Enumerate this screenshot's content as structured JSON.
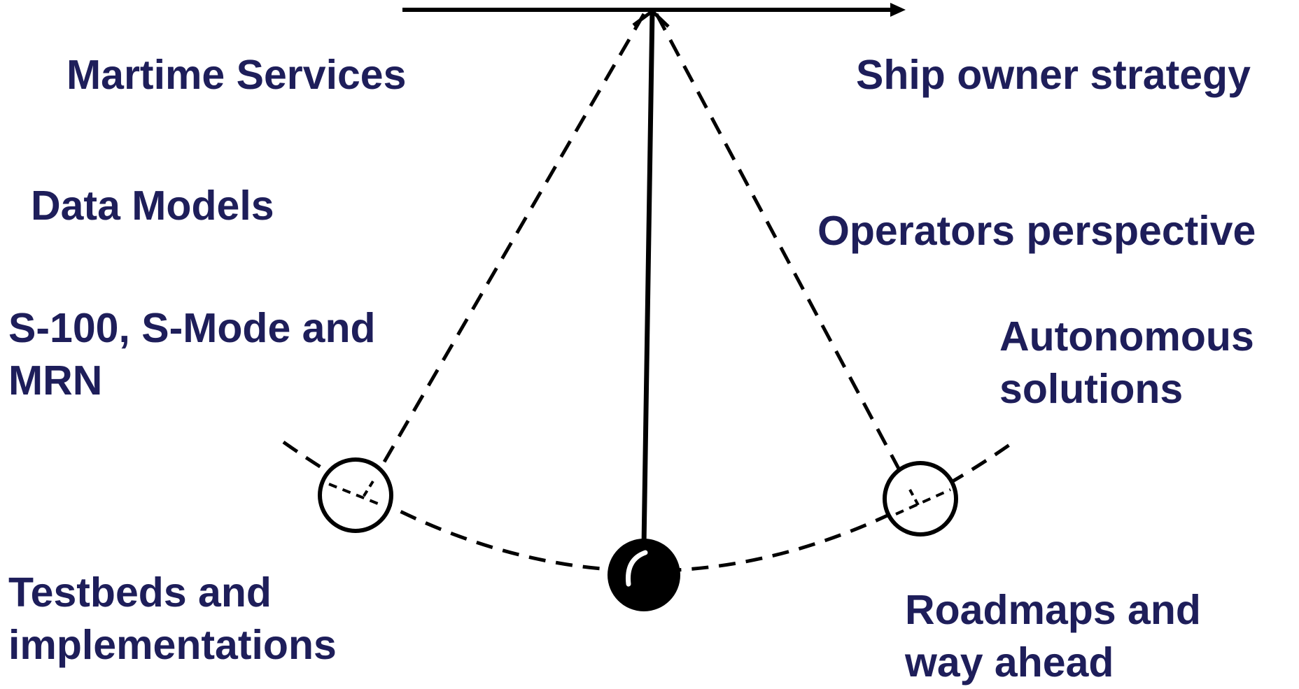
{
  "colors": {
    "text": "#1e1e5a",
    "ink": "#000000",
    "background": "#ffffff"
  },
  "labels": {
    "maritime_services": "Martime Services",
    "data_models": "Data Models",
    "s100_line1": "S-100, S-Mode and",
    "s100_line2": "MRN",
    "testbeds_line1": "Testbeds and",
    "testbeds_line2": "implementations",
    "ship_owner": "Ship owner strategy",
    "operators": "Operators perspective",
    "autonomous_line1": "Autonomous",
    "autonomous_line2": "solutions",
    "roadmaps_line1": "Roadmaps and",
    "roadmaps_line2": "way ahead"
  }
}
